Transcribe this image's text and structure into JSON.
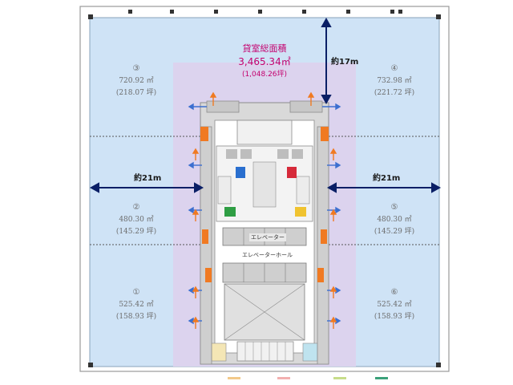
{
  "total": {
    "title": "貸室総面積",
    "area": "3,465.34㎡",
    "tsubo": "(1,048.26坪)"
  },
  "units": [
    {
      "num": "③",
      "area": "720.92 ㎡",
      "tsubo": "(218.07 坪)"
    },
    {
      "num": "④",
      "area": "732.98 ㎡",
      "tsubo": "(221.72 坪)"
    },
    {
      "num": "②",
      "area": "480.30 ㎡",
      "tsubo": "(145.29 坪)"
    },
    {
      "num": "⑤",
      "area": "480.30 ㎡",
      "tsubo": "(145.29 坪)"
    },
    {
      "num": "①",
      "area": "525.42 ㎡",
      "tsubo": "(158.93 坪)"
    },
    {
      "num": "⑥",
      "area": "525.42 ㎡",
      "tsubo": "(158.93 坪)"
    }
  ],
  "dimensions": {
    "left_width": "約21m",
    "right_width": "約21m",
    "top_depth": "約17m"
  },
  "core": {
    "elevator_label": "エレベーター",
    "elevator_hall_label": "エレベーターホール"
  },
  "colors": {
    "rentable_area": "#cfe3f6",
    "core_zone": "#dcd3ee",
    "core_walls": "#d6d6d6",
    "total_text": "#c4006e",
    "arrow_blue": "#3c6fd0",
    "arrow_orange": "#f07a22",
    "dimension_arrow": "#0a1f66"
  }
}
